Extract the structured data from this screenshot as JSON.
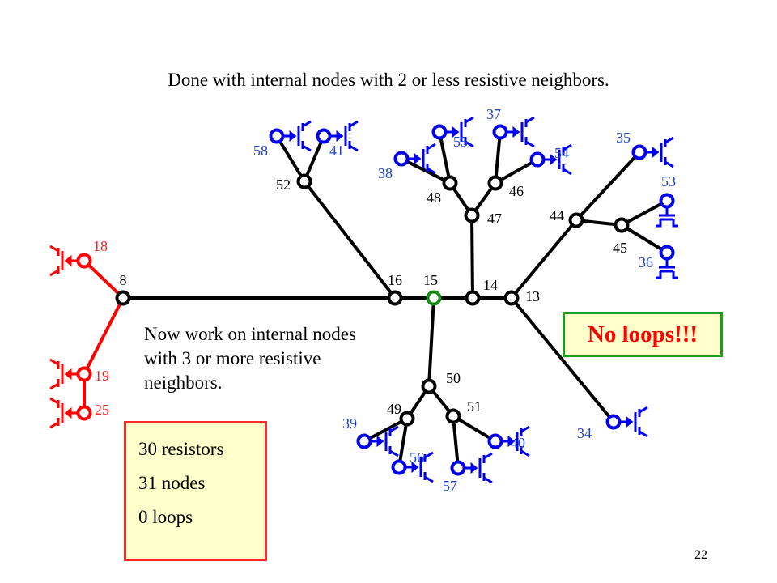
{
  "title": "Done with internal nodes with 2 or less resistive neighbors.",
  "note": "Now work on internal nodes with 3 or more resistive neighbors.",
  "callout": "No loops!!!",
  "stats": [
    "30 resistors",
    "31 nodes",
    "0 loops"
  ],
  "page_number": "22",
  "colors": {
    "internal_node": "#000000",
    "blue_terminal": "#0000ee",
    "red_terminal": "#ff0000",
    "green_root": "#1a8c1a",
    "blue_label": "#2244cc",
    "red_label": "#ee2222"
  },
  "nodes": [
    {
      "id": "8",
      "kind": "internal"
    },
    {
      "id": "16",
      "kind": "internal"
    },
    {
      "id": "15",
      "kind": "root"
    },
    {
      "id": "14",
      "kind": "internal"
    },
    {
      "id": "13",
      "kind": "internal"
    },
    {
      "id": "52",
      "kind": "internal"
    },
    {
      "id": "47",
      "kind": "internal"
    },
    {
      "id": "48",
      "kind": "internal"
    },
    {
      "id": "46",
      "kind": "internal"
    },
    {
      "id": "44",
      "kind": "internal"
    },
    {
      "id": "45",
      "kind": "internal"
    },
    {
      "id": "50",
      "kind": "internal"
    },
    {
      "id": "49",
      "kind": "internal"
    },
    {
      "id": "51",
      "kind": "internal"
    },
    {
      "id": "58",
      "kind": "blue"
    },
    {
      "id": "41",
      "kind": "blue"
    },
    {
      "id": "38",
      "kind": "blue"
    },
    {
      "id": "55",
      "kind": "blue"
    },
    {
      "id": "37",
      "kind": "blue"
    },
    {
      "id": "54",
      "kind": "blue"
    },
    {
      "id": "35",
      "kind": "blue"
    },
    {
      "id": "53",
      "kind": "blue"
    },
    {
      "id": "36",
      "kind": "blue"
    },
    {
      "id": "34",
      "kind": "blue"
    },
    {
      "id": "39",
      "kind": "blue"
    },
    {
      "id": "56",
      "kind": "blue"
    },
    {
      "id": "57",
      "kind": "blue"
    },
    {
      "id": "40",
      "kind": "blue"
    },
    {
      "id": "18",
      "kind": "red"
    },
    {
      "id": "19",
      "kind": "red"
    },
    {
      "id": "25",
      "kind": "red"
    }
  ],
  "edges": [
    [
      "8",
      "16"
    ],
    [
      "16",
      "15"
    ],
    [
      "15",
      "14"
    ],
    [
      "14",
      "13"
    ],
    [
      "8",
      "18"
    ],
    [
      "8",
      "19"
    ],
    [
      "19",
      "25"
    ],
    [
      "16",
      "52"
    ],
    [
      "52",
      "58"
    ],
    [
      "52",
      "41"
    ],
    [
      "14",
      "47"
    ],
    [
      "47",
      "48"
    ],
    [
      "47",
      "46"
    ],
    [
      "48",
      "38"
    ],
    [
      "48",
      "55"
    ],
    [
      "46",
      "37"
    ],
    [
      "46",
      "54"
    ],
    [
      "13",
      "44"
    ],
    [
      "13",
      "34"
    ],
    [
      "44",
      "35"
    ],
    [
      "44",
      "45"
    ],
    [
      "45",
      "53"
    ],
    [
      "45",
      "36"
    ],
    [
      "15",
      "50"
    ],
    [
      "50",
      "49"
    ],
    [
      "50",
      "51"
    ],
    [
      "49",
      "39"
    ],
    [
      "49",
      "56"
    ],
    [
      "51",
      "57"
    ],
    [
      "51",
      "40"
    ]
  ]
}
